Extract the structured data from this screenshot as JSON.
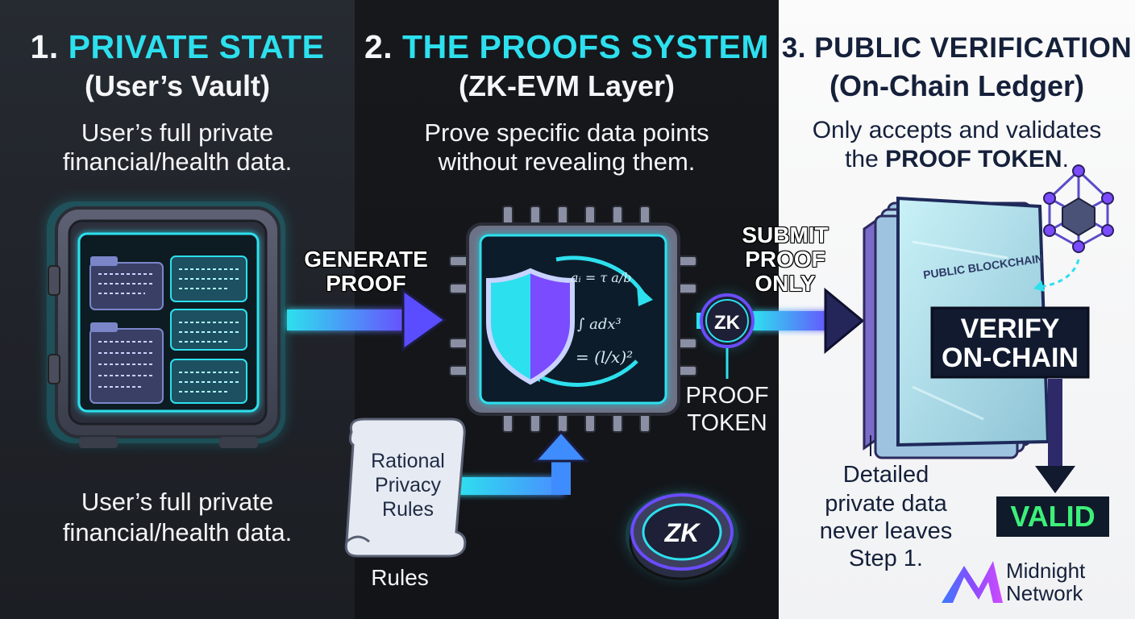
{
  "step1": {
    "number": "1.",
    "title": "PRIVATE STATE",
    "subtitle": "(User’s Vault)",
    "desc_top_line1": "User’s full private",
    "desc_top_line2": "financial/health data.",
    "desc_bottom_line1": "User’s full private",
    "desc_bottom_line2": "financial/health data."
  },
  "step2": {
    "number": "2.",
    "title": "THE PROOFS SYSTEM",
    "subtitle": "(ZK-EVM Layer)",
    "desc_line1": "Prove specific data points",
    "desc_line2": "without revealing them.",
    "formula_1": "aᵢ = τ a/b",
    "formula_2": "∫ adx³",
    "formula_3": "= (l/x)²",
    "generate_line1": "GENERATE",
    "generate_line2": "PROOF",
    "scroll_line1": "Rational",
    "scroll_line2": "Privacy",
    "scroll_line3": "Rules",
    "rules_caption": "Rules",
    "coin_label": "ZK"
  },
  "step3": {
    "number": "3.",
    "title": "PUBLIC VERIFICATION",
    "subtitle": "(On-Chain Ledger)",
    "desc_line1": "Only accepts and validates",
    "desc_line2_prefix": "the ",
    "desc_line2_bold": "PROOF TOKEN",
    "desc_line2_suffix": ".",
    "submit_line1": "SUBMIT",
    "submit_line2": "PROOF",
    "submit_line3": "ONLY",
    "token_label": "ZK",
    "token_caption_line1": "PROOF",
    "token_caption_line2": "TOKEN",
    "ledger_label": "PUBLIC BLOCKCHAIN",
    "verify_line1": "VERIFY",
    "verify_line2": "ON-CHAIN",
    "valid_label": "VALID",
    "note_line1": "Detailed",
    "note_line2": "private data",
    "note_line3": "never leaves",
    "note_line4": "Step 1.",
    "brand_line1": "Midnight",
    "brand_line2": "Network"
  },
  "colors": {
    "cyan_accent": "#2de0ee",
    "purple_accent": "#7b4bff",
    "navy": "#15203a",
    "valid_green": "#3df07a"
  }
}
